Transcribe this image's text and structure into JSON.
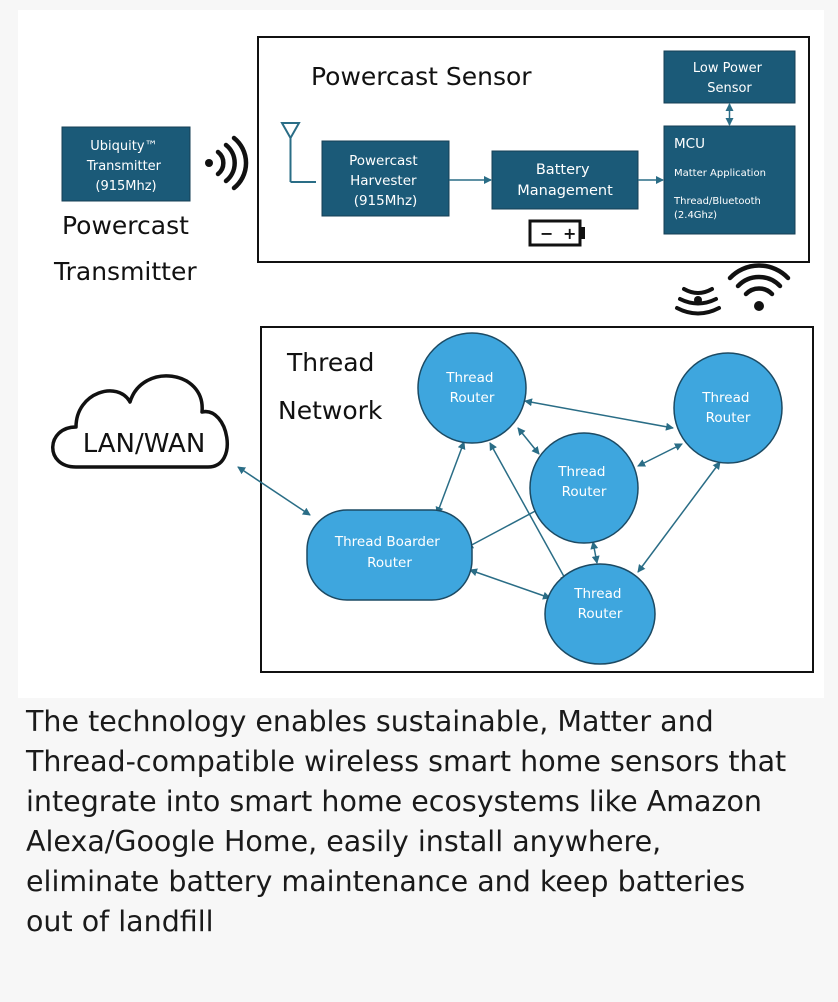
{
  "transmitter": {
    "box_lines": [
      "Ubiquity™",
      "Transmitter",
      "(915Mhz)"
    ],
    "label_lines": [
      "Powercast",
      "Transmitter"
    ]
  },
  "sensor": {
    "title": "Powercast Sensor",
    "harvester_lines": [
      "Powercast",
      "Harvester",
      "(915Mhz)"
    ],
    "battery_lines": [
      "Battery",
      "Management"
    ],
    "low_power_lines": [
      "Low Power",
      "Sensor"
    ],
    "mcu": {
      "title": "MCU",
      "application": "Matter Application",
      "radio_lines": [
        "Thread/Bluetooth",
        "(2.4Ghz)"
      ]
    },
    "battery_icon_minus": "−",
    "battery_icon_plus": "+"
  },
  "network": {
    "title_lines": [
      "Thread",
      "Network"
    ],
    "cloud_label": "LAN/WAN",
    "router_lines": [
      "Thread",
      "Router"
    ],
    "border_router_lines": [
      "Thread Boarder",
      "Router"
    ]
  },
  "colors": {
    "box_fill": "#1b5a78",
    "node_fill": "#3ea6de",
    "node_stroke": "#1c4a63",
    "arrow": "#2a6d86"
  },
  "icons": [
    "wireless-signal-icon",
    "battery-icon",
    "cloud-icon",
    "thread-signal-icon",
    "wifi-icon"
  ],
  "caption_lines": [
    "The technology enables sustainable, Matter and",
    "Thread-compatible wireless smart home sensors that",
    "integrate into smart home ecosystems like Amazon",
    "Alexa/Google Home, easily install anywhere,",
    "eliminate battery maintenance and keep batteries",
    "out of landfill"
  ]
}
